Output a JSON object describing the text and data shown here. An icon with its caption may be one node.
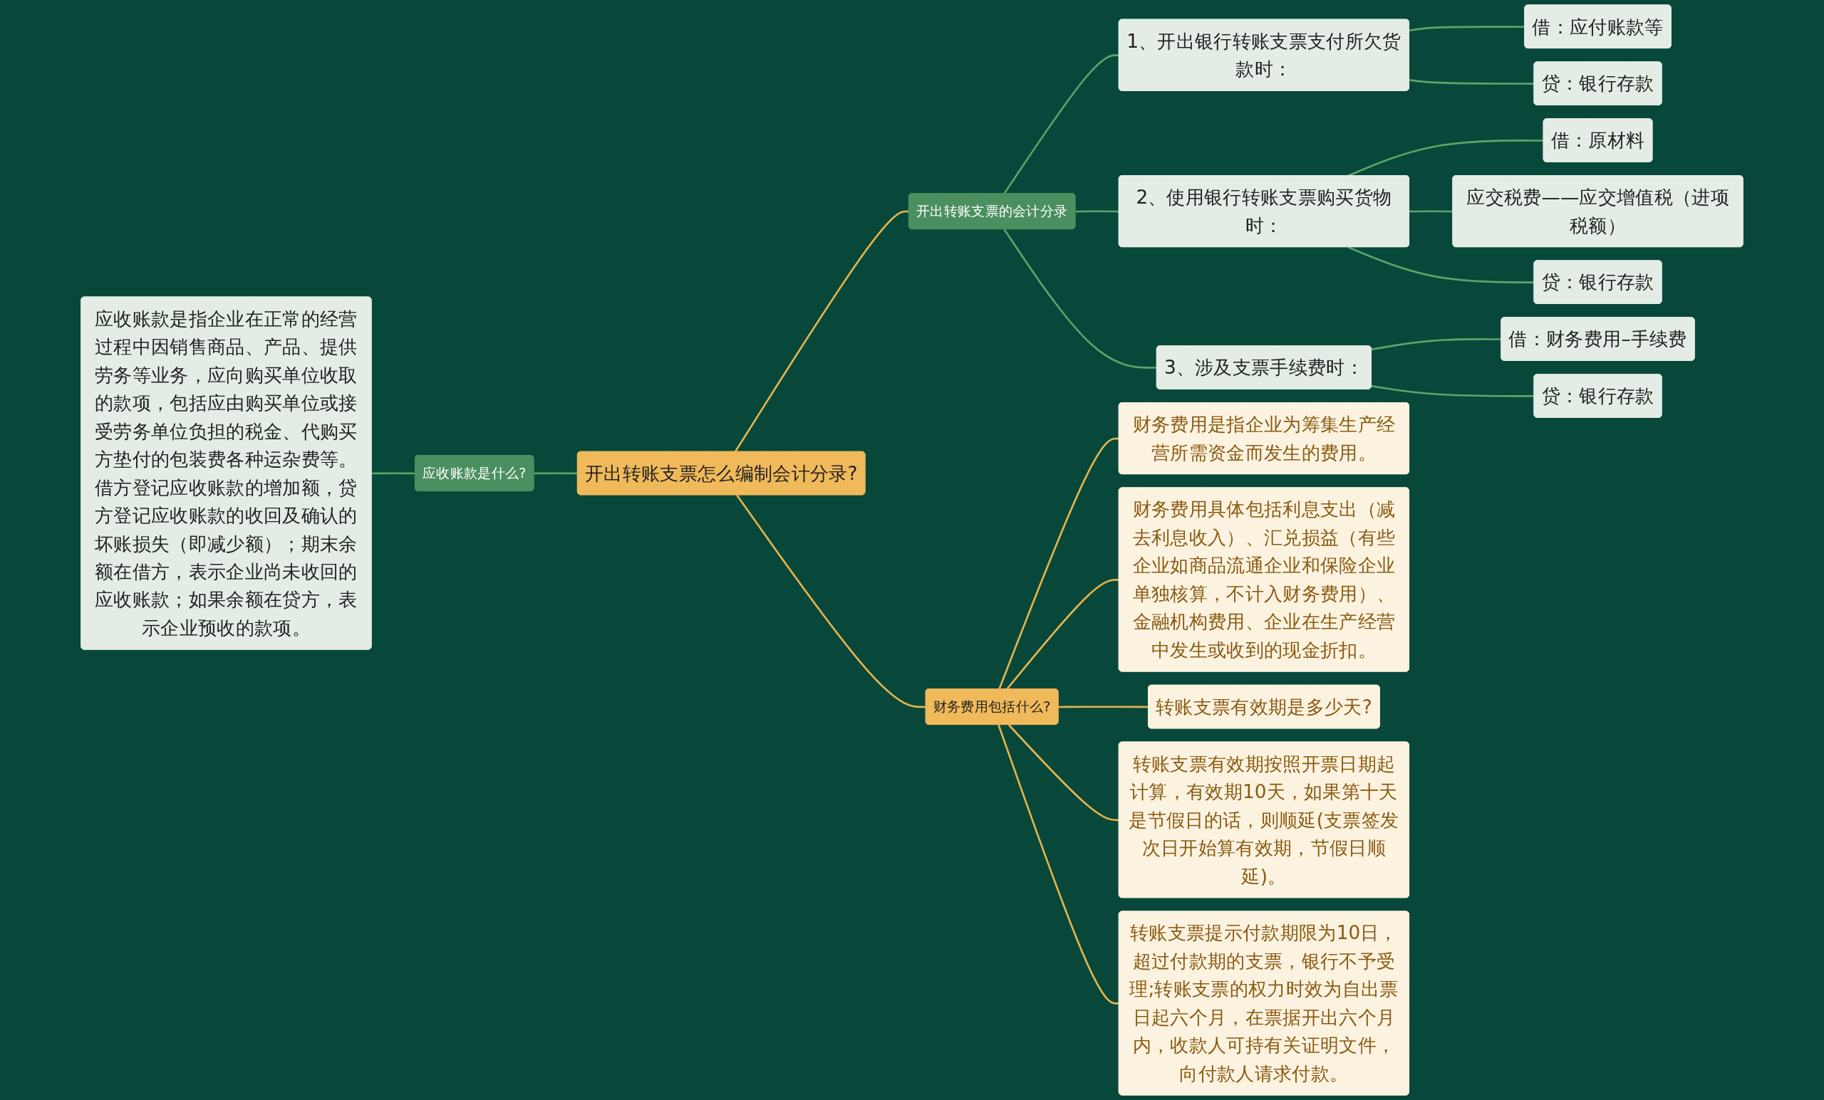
{
  "diagram": {
    "nodes": [
      {
        "text": [
          "开出转账支票怎么编制会计分录?"
        ]
      },
      {
        "text": [
          "应收账款是什么?"
        ]
      },
      {
        "text": [
          "应收账款是指企业在正常的经营过程中因销售商品、产品、提供劳务等业务，应向购买单位收取的款项，包括应由购买单位或接受劳务单位负担的税金、代购买方垫付的包装费各种运杂费等。借方登记应收账款的增加额，贷方登记应收账款的收回及确认的坏账损失（即减少额）；期末余额在借方，表示企业尚未收回的应收账款；如果余额在贷方，表示企业预收的款项。"
        ]
      },
      {
        "text": [
          "开出转账支票的会计分录"
        ]
      },
      {
        "text": [
          "1、开出银行转账支票支付所欠货款时："
        ]
      },
      {
        "text": [
          "借：应付账款等"
        ]
      },
      {
        "text": [
          "贷：银行存款"
        ]
      },
      {
        "text": [
          "2、使用银行转账支票购买货物时："
        ]
      },
      {
        "text": [
          "借：原材料"
        ]
      },
      {
        "text": [
          "应交税费——应交增值税（进项税额）"
        ]
      },
      {
        "text": [
          "贷：银行存款"
        ]
      },
      {
        "text": [
          "3、涉及支票手续费时："
        ]
      },
      {
        "text": [
          "借：财务费用–手续费"
        ]
      },
      {
        "text": [
          "贷：银行存款"
        ]
      },
      {
        "text": [
          "财务费用包括什么?"
        ]
      },
      {
        "text": [
          "财务费用是指企业为筹集生产经营所需资金而发生的费用。"
        ]
      },
      {
        "text": [
          "财务费用具体包括利息支出（减去利息收入）、汇兑损益（有些企业如商品流通企业和保险企业单独核算，不计入财务费用）、金融机构费用、企业在生产经营中发生或收到的现金折扣。"
        ]
      },
      {
        "text": [
          "转账支票有效期是多少天?"
        ]
      },
      {
        "text": [
          "转账支票有效期按照开票日期起计算，有效期10天，如果第十天是节假日的话，则顺延(支票签发次日开始算有效期，节假日顺延)。"
        ]
      },
      {
        "text": [
          "转账支票提示付款期限为10日，超过付款期的支票，银行不予受理;转账支票的权力时效为自出票日起六个月，在票据开出六个月内，收款人可持有关证明文件，向付款人请求付款。"
        ]
      }
    ],
    "edges": [
      {
        "from": 0,
        "to": 1,
        "arrow": "none"
      },
      {
        "from": 1,
        "to": 2,
        "arrow": "none"
      },
      {
        "from": 0,
        "to": 3,
        "arrow": "none",
        "color": "#e8b44e"
      },
      {
        "from": 3,
        "to": 4,
        "arrow": "none"
      },
      {
        "from": 4,
        "to": 5,
        "arrow": "none"
      },
      {
        "from": 4,
        "to": 6,
        "arrow": "none"
      },
      {
        "from": 3,
        "to": 7,
        "arrow": "none"
      },
      {
        "from": 7,
        "to": 8,
        "arrow": "none"
      },
      {
        "from": 7,
        "to": 9,
        "arrow": "none"
      },
      {
        "from": 7,
        "to": 10,
        "arrow": "none"
      },
      {
        "from": 3,
        "to": 11,
        "arrow": "none"
      },
      {
        "from": 11,
        "to": 12,
        "arrow": "none"
      },
      {
        "from": 11,
        "to": 13,
        "arrow": "none"
      },
      {
        "from": 0,
        "to": 14,
        "arrow": "none",
        "color": "#e8b44e"
      },
      {
        "from": 14,
        "to": 15,
        "arrow": "none",
        "color": "#e8b44e"
      },
      {
        "from": 14,
        "to": 16,
        "arrow": "none",
        "color": "#e8b44e"
      },
      {
        "from": 14,
        "to": 17,
        "arrow": "none",
        "color": "#e8b44e"
      },
      {
        "from": 14,
        "to": 18,
        "arrow": "none",
        "color": "#e8b44e"
      },
      {
        "from": 14,
        "to": 19,
        "arrow": "none",
        "color": "#e8b44e"
      }
    ]
  }
}
